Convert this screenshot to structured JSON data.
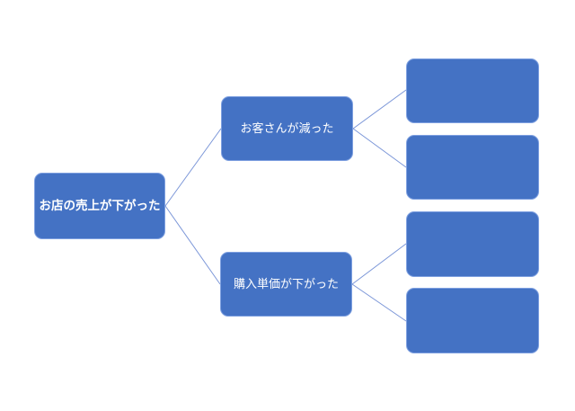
{
  "diagram": {
    "type": "logic-tree",
    "background_color": "#ffffff",
    "node_fill_color": "#4472c4",
    "node_border_color": "#7ea0e0",
    "connector_color": "#7b96d8",
    "node_text_color": "#ffffff",
    "root": {
      "label": "お店の売上が下がった"
    },
    "branches": [
      {
        "label": "お客さんが減った"
      },
      {
        "label": "購入単価が下がった"
      }
    ],
    "leaves": [
      {
        "label": ""
      },
      {
        "label": ""
      },
      {
        "label": ""
      },
      {
        "label": ""
      }
    ]
  }
}
